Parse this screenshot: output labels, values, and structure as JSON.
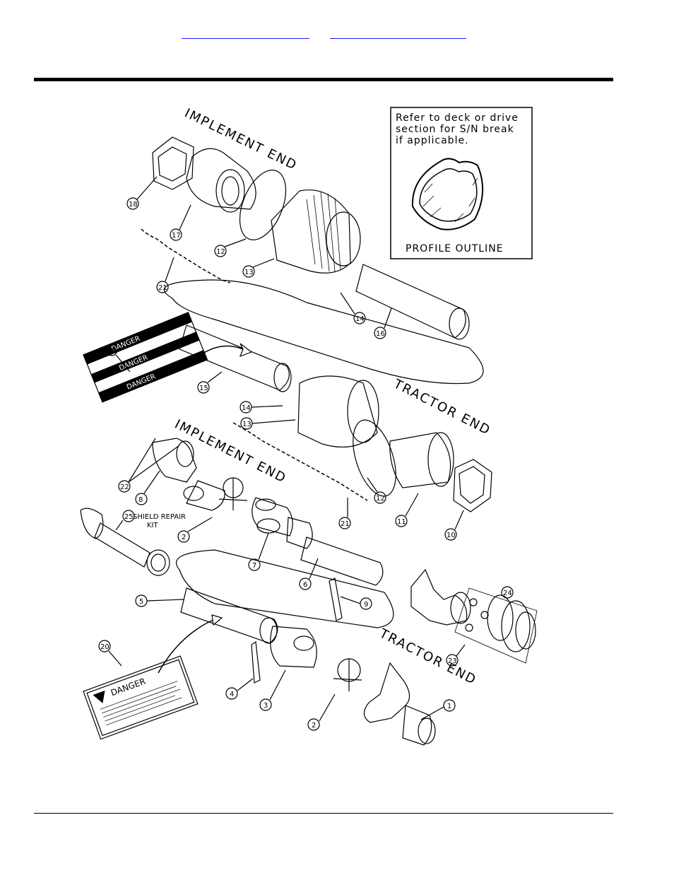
{
  "header": {
    "links": [
      {
        "label": ""
      },
      {
        "label": ""
      }
    ]
  },
  "note_box": {
    "lines": [
      "Refer to deck or drive",
      "section for S/N break",
      "if applicable."
    ],
    "caption": "PROFILE OUTLINE"
  },
  "labels": {
    "implement_end_top": "IMPLEMENT END",
    "tractor_end_top": "TRACTOR END",
    "implement_end_bottom": "IMPLEMENT END",
    "tractor_end_bottom": "TRACTOR END",
    "shield_repair_kit_line1": "SHIELD REPAIR",
    "shield_repair_kit_line2": "KIT"
  },
  "decals": {
    "danger_word": "DANGER"
  },
  "callouts": [
    "18",
    "17",
    "12",
    "13",
    "21",
    "14",
    "16",
    "19",
    "15",
    "14",
    "13",
    "12",
    "21",
    "11",
    "10",
    "22",
    "8",
    "25",
    "2",
    "7",
    "6",
    "9",
    "5",
    "24",
    "23",
    "20",
    "4",
    "3",
    "2",
    "1"
  ]
}
